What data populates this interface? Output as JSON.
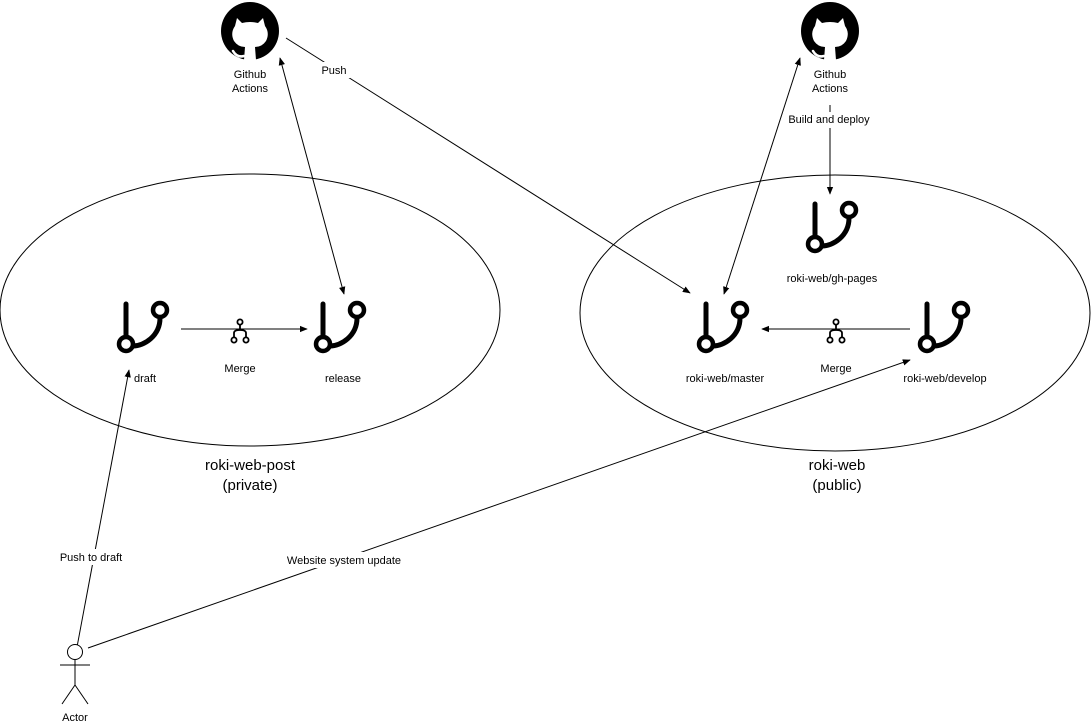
{
  "groups": {
    "private": {
      "name": "roki-web-post",
      "visibility": "(private)"
    },
    "public": {
      "name": "roki-web",
      "visibility": "(public)"
    }
  },
  "actions": {
    "left": {
      "line1": "Github",
      "line2": "Actions"
    },
    "right": {
      "line1": "Github",
      "line2": "Actions"
    }
  },
  "branches": {
    "draft": "draft",
    "release": "release",
    "master": "roki-web/master",
    "develop": "roki-web/develop",
    "gh_pages": "roki-web/gh-pages"
  },
  "edges": {
    "merge_left": "Merge",
    "merge_right": "Merge",
    "push": "Push",
    "build_deploy": "Build and deploy",
    "push_to_draft": "Push to draft",
    "website_update": "Website system update"
  },
  "actor": {
    "label": "Actor"
  }
}
